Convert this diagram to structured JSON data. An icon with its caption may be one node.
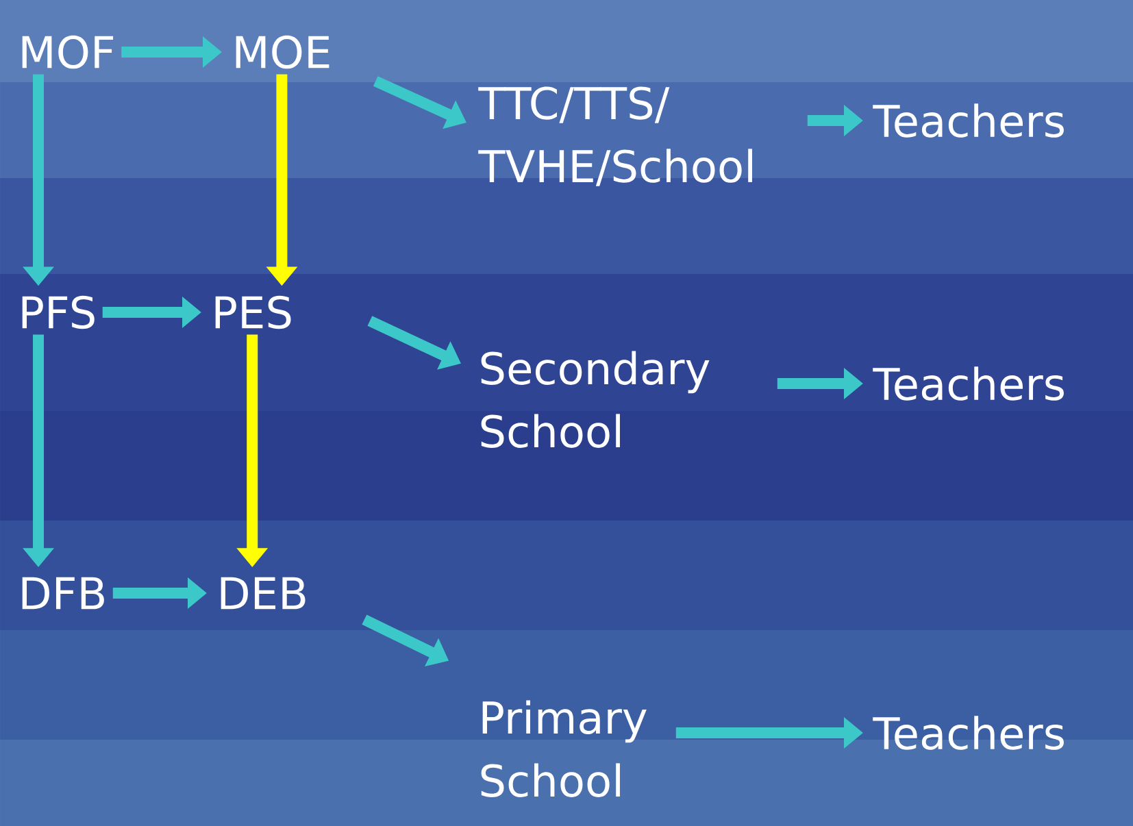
{
  "diagram": {
    "nodes": [
      {
        "text": [
          "MOF"
        ]
      },
      {
        "text": [
          "MOE"
        ]
      },
      {
        "text": [
          "TTC/TTS/ TVHE/School"
        ]
      },
      {
        "text": [
          "Teachers"
        ]
      },
      {
        "text": [
          "PFS"
        ]
      },
      {
        "text": [
          "PES"
        ]
      },
      {
        "text": [
          "Secondary School"
        ]
      },
      {
        "text": [
          "Teachers"
        ]
      },
      {
        "text": [
          "DFB"
        ]
      },
      {
        "text": [
          "DEB"
        ]
      },
      {
        "text": [
          "Primary School"
        ]
      },
      {
        "text": [
          "Teachers"
        ]
      }
    ],
    "edges": [
      {
        "from": 0,
        "to": 1,
        "arrow": "to"
      },
      {
        "from": 1,
        "to": 2,
        "arrow": "to"
      },
      {
        "from": 2,
        "to": 3,
        "arrow": "to"
      },
      {
        "from": 0,
        "to": 4,
        "arrow": "to"
      },
      {
        "from": 1,
        "to": 5,
        "arrow": "to",
        "color": "#ffff00"
      },
      {
        "from": 4,
        "to": 5,
        "arrow": "to"
      },
      {
        "from": 5,
        "to": 6,
        "arrow": "to"
      },
      {
        "from": 6,
        "to": 7,
        "arrow": "to"
      },
      {
        "from": 4,
        "to": 8,
        "arrow": "to"
      },
      {
        "from": 5,
        "to": 9,
        "arrow": "to",
        "color": "#ffff00"
      },
      {
        "from": 8,
        "to": 9,
        "arrow": "to"
      },
      {
        "from": 9,
        "to": 10,
        "arrow": "to"
      },
      {
        "from": 10,
        "to": 11,
        "arrow": "to"
      }
    ]
  }
}
